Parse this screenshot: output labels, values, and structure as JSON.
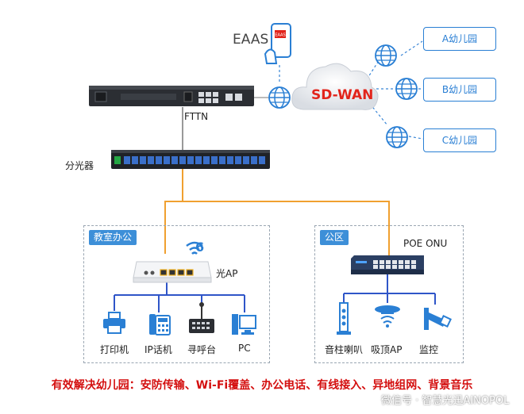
{
  "cloud": {
    "label": "SD-WAN"
  },
  "eaas": {
    "label": "EAAS",
    "screen_text": "EAAS"
  },
  "sites": [
    {
      "label": "A幼儿园"
    },
    {
      "label": "B幼儿园"
    },
    {
      "label": "C幼儿园"
    }
  ],
  "fttn": {
    "label": "FTTN"
  },
  "splitter": {
    "label": "分光器"
  },
  "office": {
    "title": "教室办公",
    "ap_label": "光AP",
    "wifi_badge": "6",
    "devices": [
      {
        "label": "打印机"
      },
      {
        "label": "IP话机"
      },
      {
        "label": "寻呼台"
      },
      {
        "label": "PC"
      }
    ]
  },
  "public": {
    "title": "公区",
    "onu_label": "POE ONU",
    "devices": [
      {
        "label": "音柱喇叭"
      },
      {
        "label": "吸顶AP"
      },
      {
        "label": "监控"
      }
    ]
  },
  "footer": "有效解决幼儿园：安防传输、Wi-Fi覆盖、办公电话、有线接入、异地组网、背景音乐",
  "watermark": "微信号 · 智慧光迅AINOPOL",
  "colors": {
    "fiber": "#f0a030",
    "lan": "#2f55c8",
    "accent": "#2a7fd4",
    "cloud_text": "#e2241b",
    "footer": "#d40f0f"
  }
}
